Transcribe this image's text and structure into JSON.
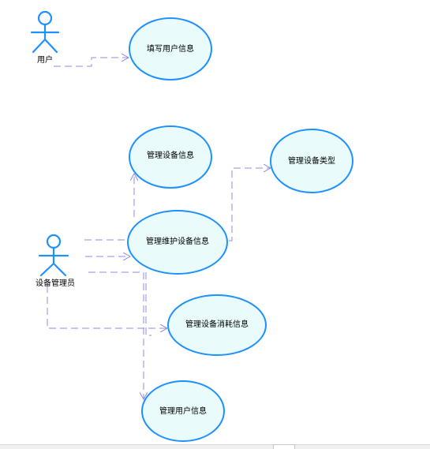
{
  "colors": {
    "actor_stroke": "#1e90ff",
    "usecase_fill": "#e9fbfb",
    "usecase_stroke": "#1e90ff",
    "dependency_line": "#8c8ce6"
  },
  "actors": {
    "user": {
      "label": "用户"
    },
    "device_admin": {
      "label": "设备管理员"
    }
  },
  "use_cases": {
    "fill_user_info": {
      "label": "填写用户信息"
    },
    "manage_device_info": {
      "label": "管理设备信息"
    },
    "manage_device_type": {
      "label": "管理设备类型"
    },
    "manage_maintain_device_info": {
      "label": "管理维护设备信息"
    },
    "manage_device_consumption_info": {
      "label": "管理设备消耗信息"
    },
    "manage_user_info": {
      "label": "管理用户信息"
    }
  }
}
